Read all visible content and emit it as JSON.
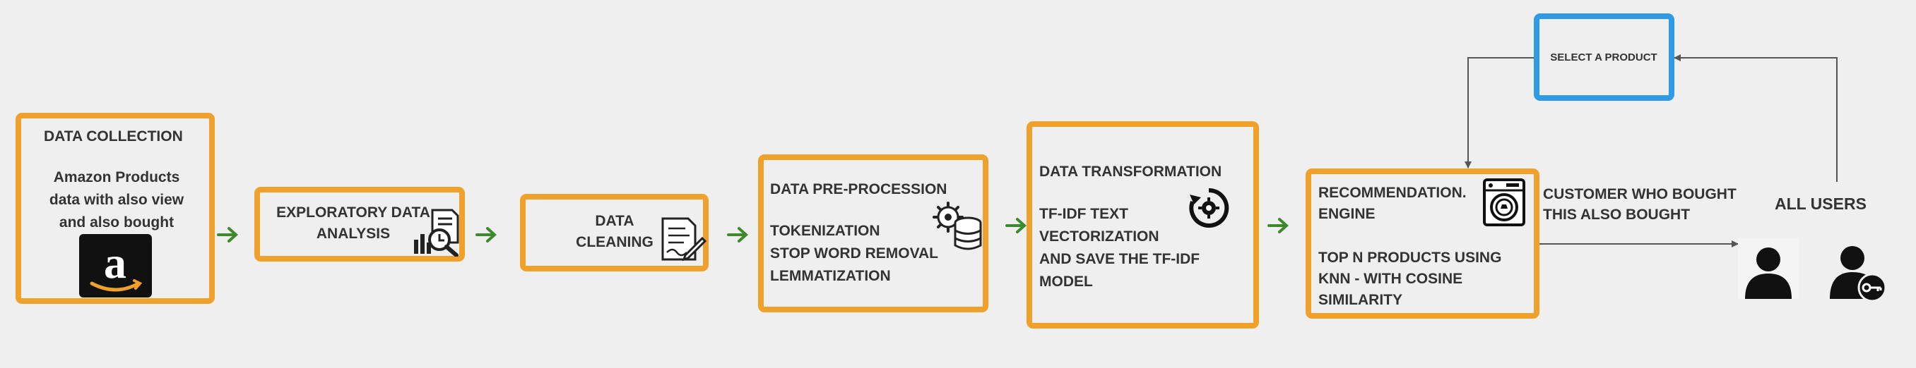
{
  "colors": {
    "box_border": "#f0a12b",
    "select_border": "#2f9be6",
    "flow_arrow": "#3d8a2c",
    "line": "#555555",
    "background": "#efefef"
  },
  "steps": {
    "data_collection": {
      "title": "DATA COLLECTION",
      "desc_1": "Amazon Products",
      "desc_2": "data with also view",
      "desc_3": "and also bought",
      "icon": "amazon-logo-icon"
    },
    "eda": {
      "line_1": "EXPLORATORY DATA",
      "line_2": "ANALYSIS",
      "icon": "chart-magnifier-icon"
    },
    "cleaning": {
      "line_1": "DATA",
      "line_2": "CLEANING",
      "icon": "document-pen-icon"
    },
    "preprocessing": {
      "title": "DATA PRE-PROCESSION",
      "item_1": "TOKENIZATION",
      "item_2": "STOP WORD REMOVAL",
      "item_3": "LEMMATIZATION",
      "icon": "gear-database-icon"
    },
    "transformation": {
      "title": "DATA TRANSFORMATION",
      "line_1": "TF-IDF  TEXT",
      "line_2": "VECTORIZATION",
      "line_3": "AND SAVE THE TF-IDF",
      "line_4": "MODEL",
      "icon": "refresh-gear-icon"
    },
    "recommendation": {
      "line_1": "RECOMMENDATION.",
      "line_2": "ENGINE",
      "line_3": "TOP N PRODUCTS USING",
      "line_4": "KNN - WITH COSINE",
      "line_5": "SIMILARITY",
      "icon": "washing-machine-icon"
    }
  },
  "select_product": "SELECT A PRODUCT",
  "customer_label_1": "CUSTOMER WHO BOUGHT",
  "customer_label_2": "THIS ALSO BOUGHT",
  "all_users": "ALL USERS",
  "user_icons": [
    "user-icon",
    "user-key-icon"
  ]
}
